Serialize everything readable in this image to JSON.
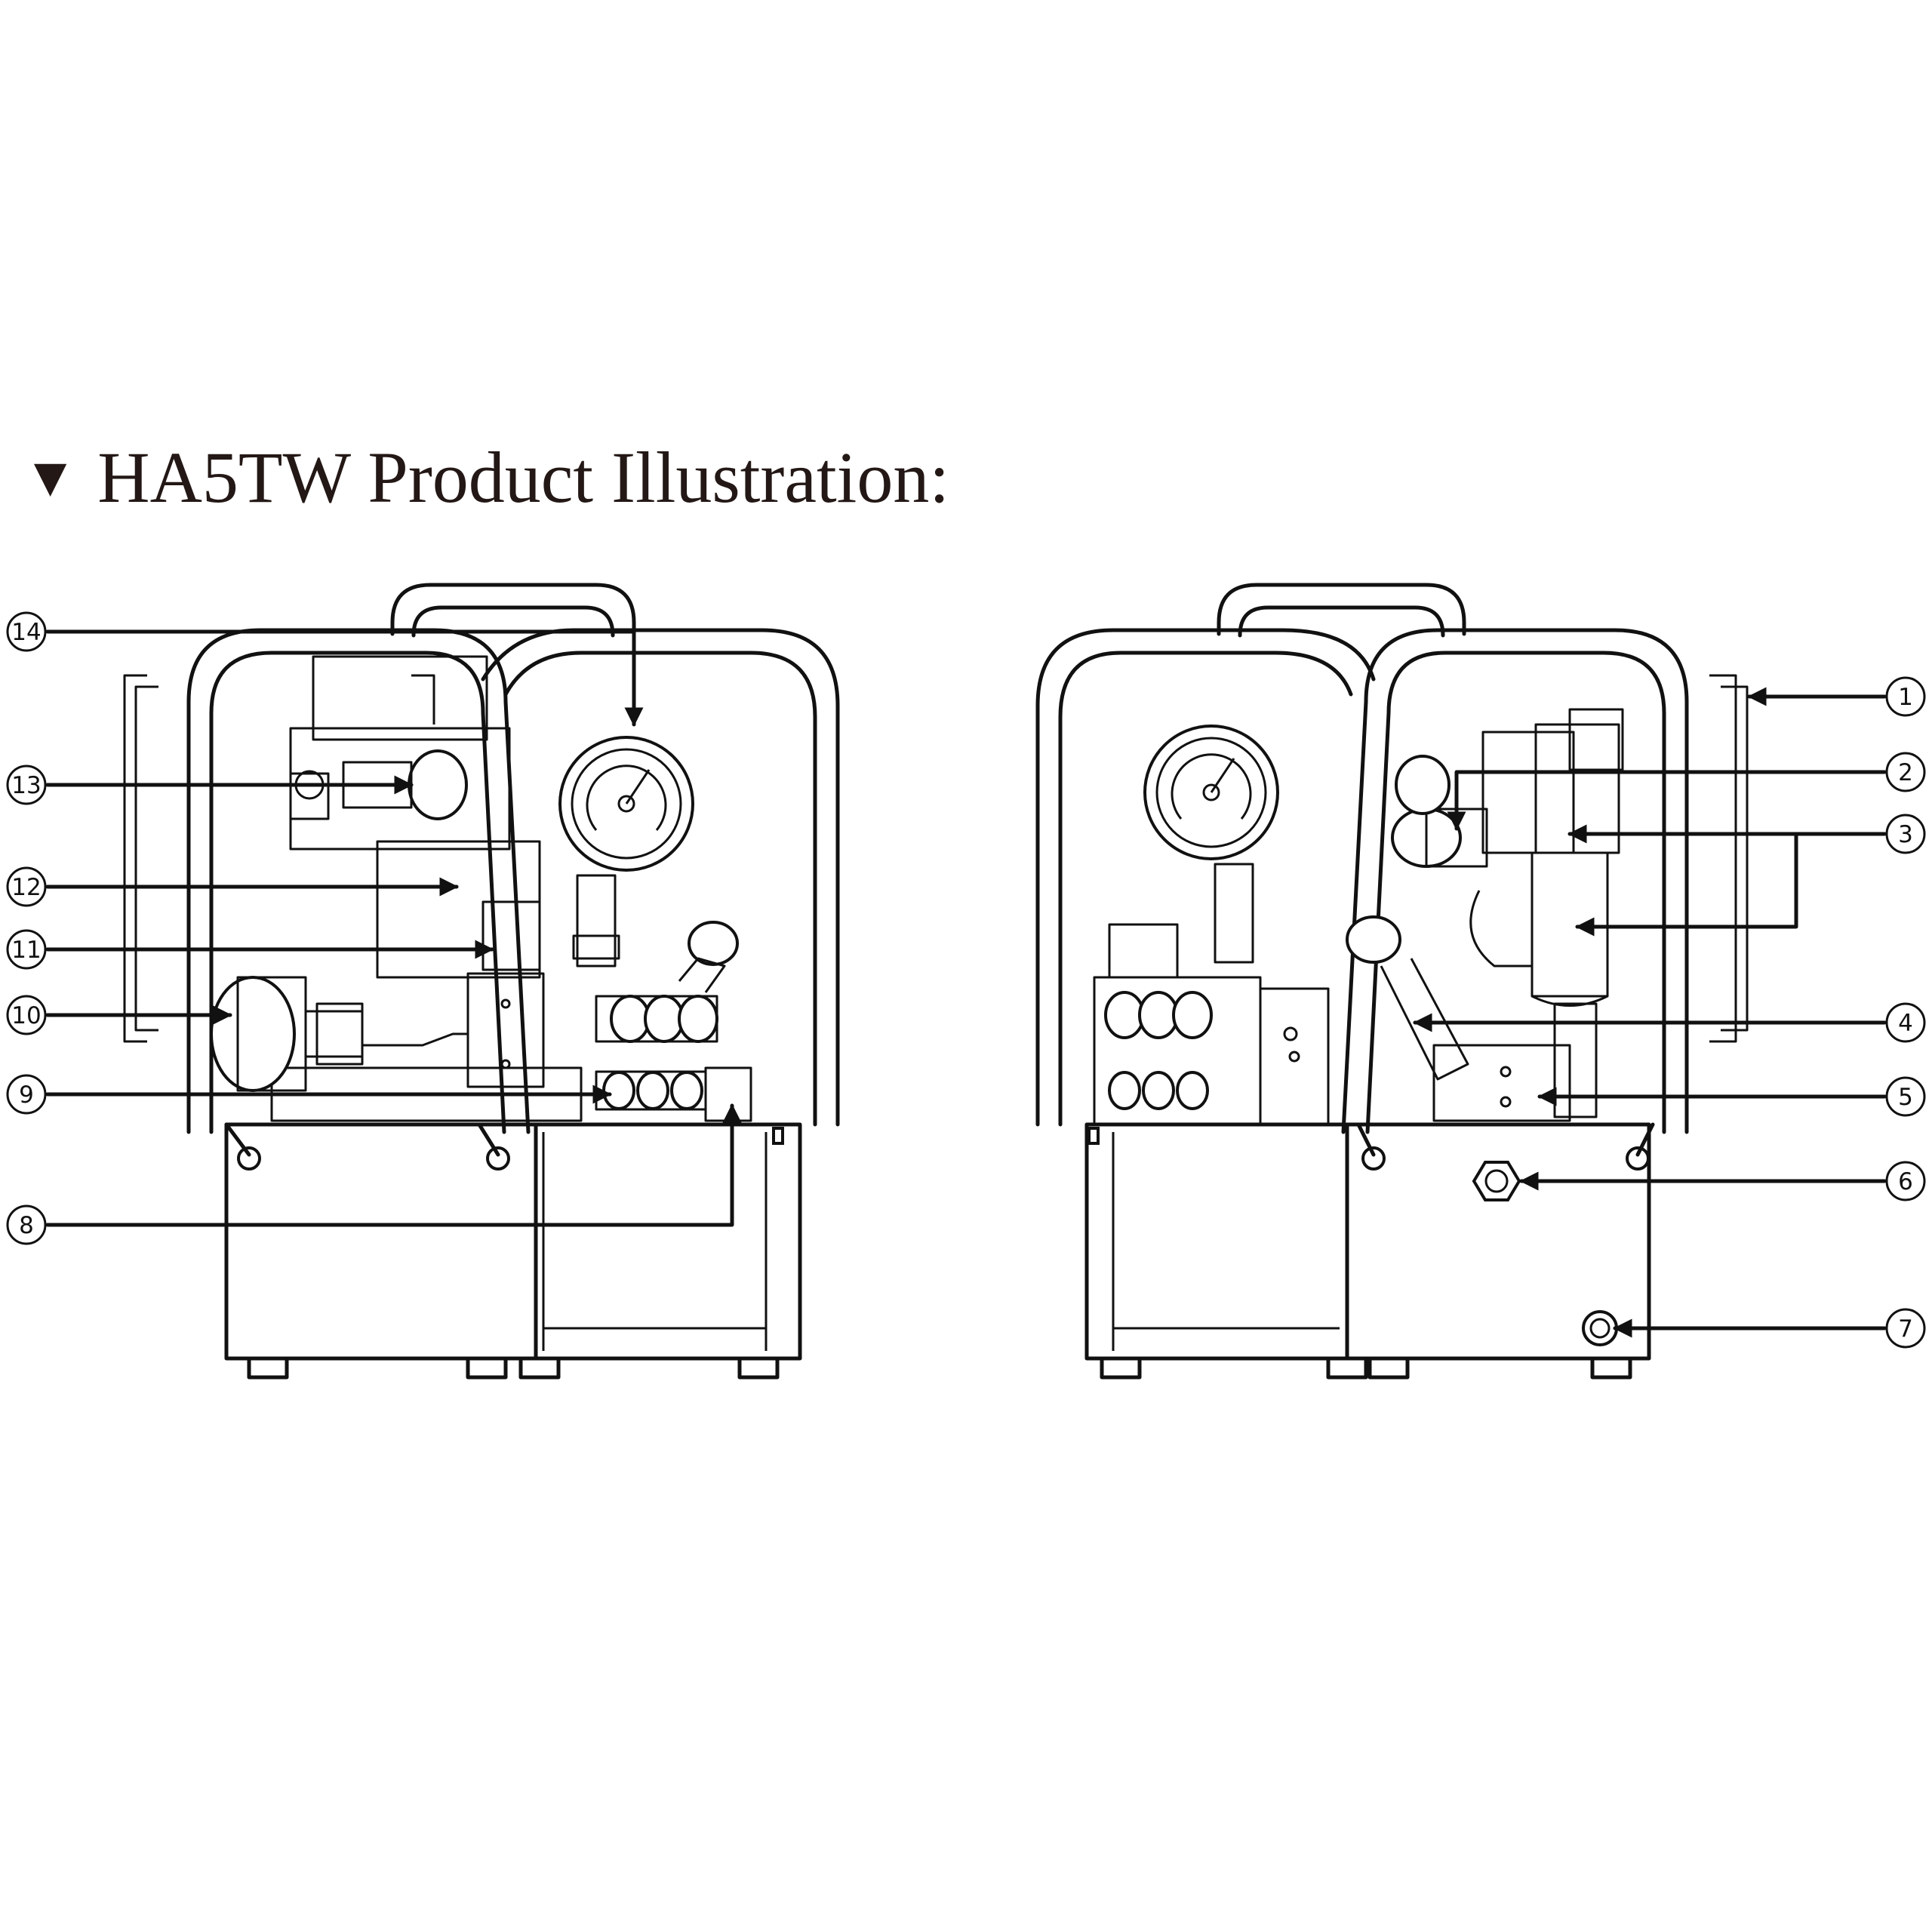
{
  "title": {
    "marker": "▼",
    "text": "HA5TW Product Illustration:"
  },
  "callouts": [
    {
      "id": "c1",
      "label": "1"
    },
    {
      "id": "c2",
      "label": "2"
    },
    {
      "id": "c3",
      "label": "3"
    },
    {
      "id": "c4",
      "label": "4"
    },
    {
      "id": "c5",
      "label": "5"
    },
    {
      "id": "c6",
      "label": "6"
    },
    {
      "id": "c7",
      "label": "7"
    },
    {
      "id": "c8",
      "label": "8"
    },
    {
      "id": "c9",
      "label": "9"
    },
    {
      "id": "c10",
      "label": "10"
    },
    {
      "id": "c11",
      "label": "11"
    },
    {
      "id": "c12",
      "label": "12"
    },
    {
      "id": "c13",
      "label": "13"
    },
    {
      "id": "c14",
      "label": "14"
    }
  ],
  "colors": {
    "ink": "#111111",
    "title": "#231815",
    "background": "#ffffff"
  }
}
